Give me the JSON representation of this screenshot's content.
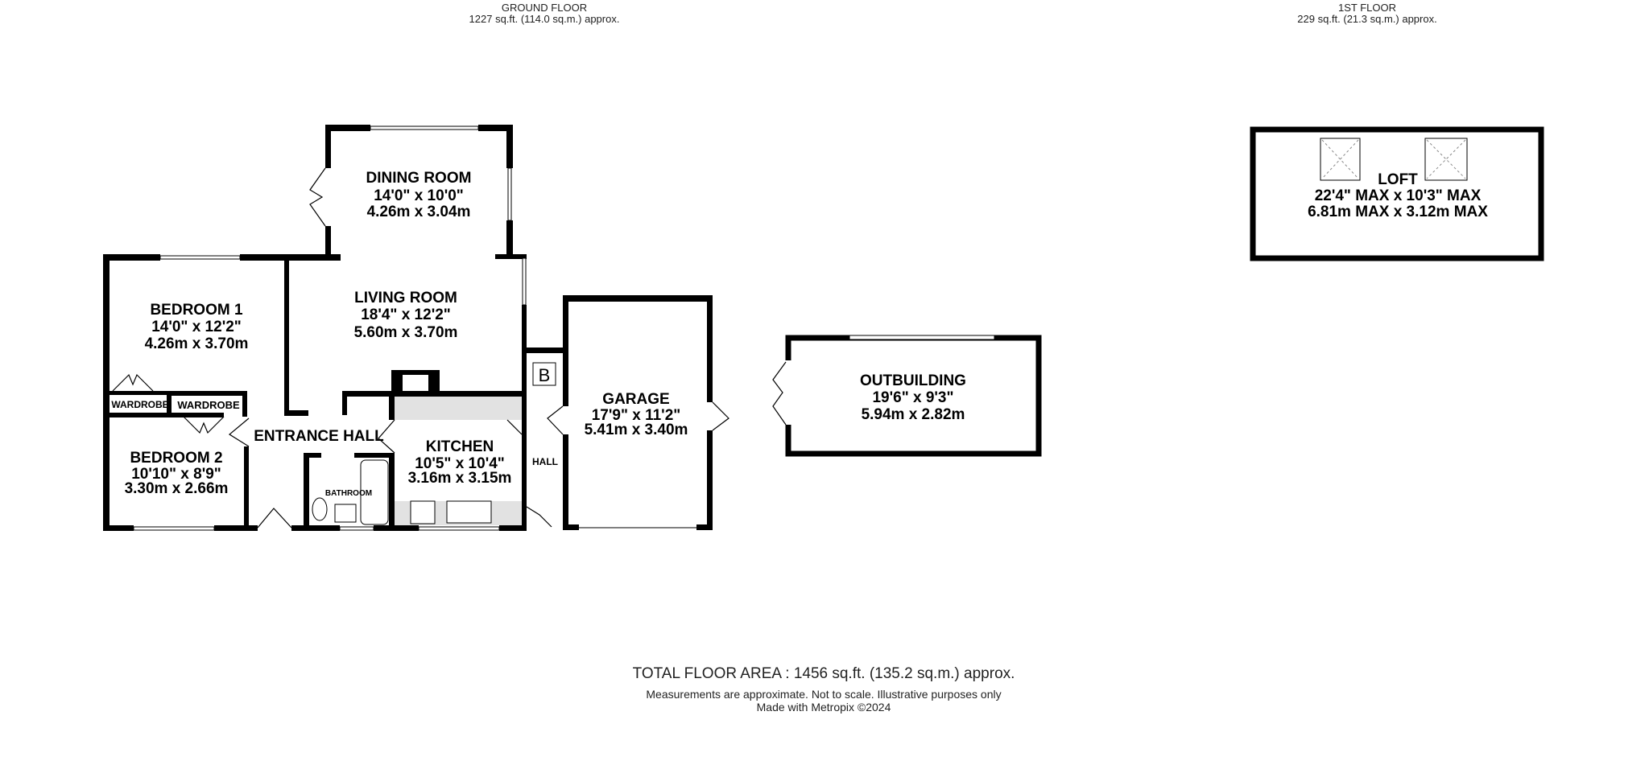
{
  "ground_floor": {
    "title": "GROUND FLOOR",
    "area": "1227 sq.ft. (114.0 sq.m.) approx."
  },
  "first_floor": {
    "title": "1ST FLOOR",
    "area": "229 sq.ft. (21.3 sq.m.) approx."
  },
  "rooms": {
    "dining": {
      "name": "DINING ROOM",
      "imperial": "14'0\"  x 10'0\"",
      "metric": "4.26m  x 3.04m"
    },
    "living": {
      "name": "LIVING ROOM",
      "imperial": "18'4\"  x 12'2\"",
      "metric": "5.60m  x 3.70m"
    },
    "bedroom1": {
      "name": "BEDROOM 1",
      "imperial": "14'0\"  x 12'2\"",
      "metric": "4.26m  x 3.70m"
    },
    "bedroom2": {
      "name": "BEDROOM 2",
      "imperial": "10'10\"  x 8'9\"",
      "metric": "3.30m  x 2.66m"
    },
    "kitchen": {
      "name": "KITCHEN",
      "imperial": "10'5\"  x 10'4\"",
      "metric": "3.16m  x 3.15m"
    },
    "garage": {
      "name": "GARAGE",
      "imperial": "17'9\"  x 11'2\"",
      "metric": "5.41m  x 3.40m"
    },
    "outbuilding": {
      "name": "OUTBUILDING",
      "imperial": "19'6\"  x 9'3\"",
      "metric": "5.94m  x 2.82m"
    },
    "loft": {
      "name": "LOFT",
      "imperial": "22'4\" MAX x 10'3\" MAX",
      "metric": "6.81m MAX x 3.12m MAX"
    },
    "entrance_hall": "ENTRANCE HALL",
    "hall": "HALL",
    "bathroom": "BATHROOM",
    "wardrobe1": "WARDROBE",
    "wardrobe2": "WARDROBE",
    "boiler": "B"
  },
  "footer": {
    "total": "TOTAL FLOOR AREA : 1456 sq.ft. (135.2 sq.m.) approx.",
    "disclaimer": "Measurements are approximate.  Not to scale.  Illustrative purposes only",
    "credit": "Made with Metropix ©2024"
  }
}
